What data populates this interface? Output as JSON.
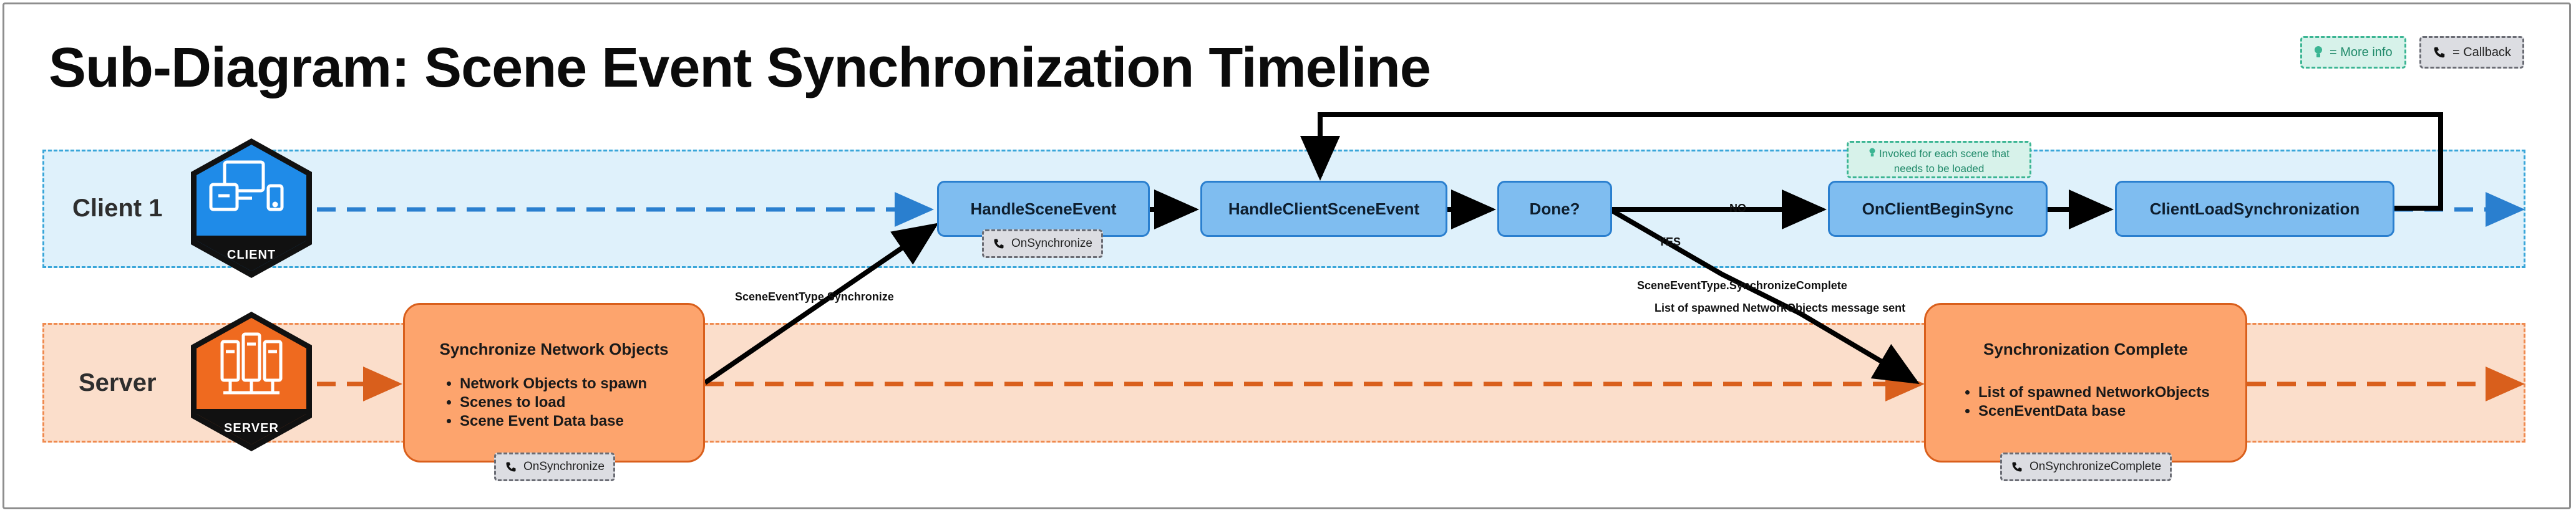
{
  "title": "Sub-Diagram: Scene Event Synchronization Timeline",
  "legend": {
    "more_info": "= More info",
    "callback": "= Callback"
  },
  "lanes": {
    "client": {
      "label": "Client 1",
      "badge": "CLIENT"
    },
    "server": {
      "label": "Server",
      "badge": "SERVER"
    }
  },
  "client_nodes": {
    "handle_scene_event": "HandleSceneEvent",
    "handle_client_scene_event": "HandleClientSceneEvent",
    "done": "Done?",
    "on_client_begin_sync": "OnClientBeginSync",
    "client_load_sync": "ClientLoadSynchronization"
  },
  "server_nodes": {
    "sync_objects": {
      "title": "Synchronize Network Objects",
      "items": [
        "Network Objects to spawn",
        "Scenes to load",
        "Scene Event Data base"
      ]
    },
    "sync_complete": {
      "title": "Synchronization Complete",
      "items": [
        "List of spawned NetworkObjects",
        "ScenEventData base"
      ]
    }
  },
  "callbacks": {
    "client_on_sync": "OnSynchronize",
    "server_on_sync": "OnSynchronize",
    "server_on_sync_complete": "OnSynchronizeComplete"
  },
  "info_note": "Invoked for each scene that needs to be loaded",
  "edge_labels": {
    "sync_type": "SceneEventType.Synchronize",
    "no": "NO",
    "yes": "YES",
    "sync_complete_type": "SceneEventType.SynchronizeComplete",
    "spawned_msg": "List of spawned NetworkObjects message sent"
  },
  "colors": {
    "client_accent": "#2a7fcf",
    "server_accent": "#d95f1c",
    "client_badge": "#1f8be8",
    "server_badge": "#ef6a1f"
  },
  "icons": {
    "client": "devices-icon",
    "server": "server-rack-icon",
    "info": "lightbulb-icon",
    "callback": "phone-icon"
  }
}
